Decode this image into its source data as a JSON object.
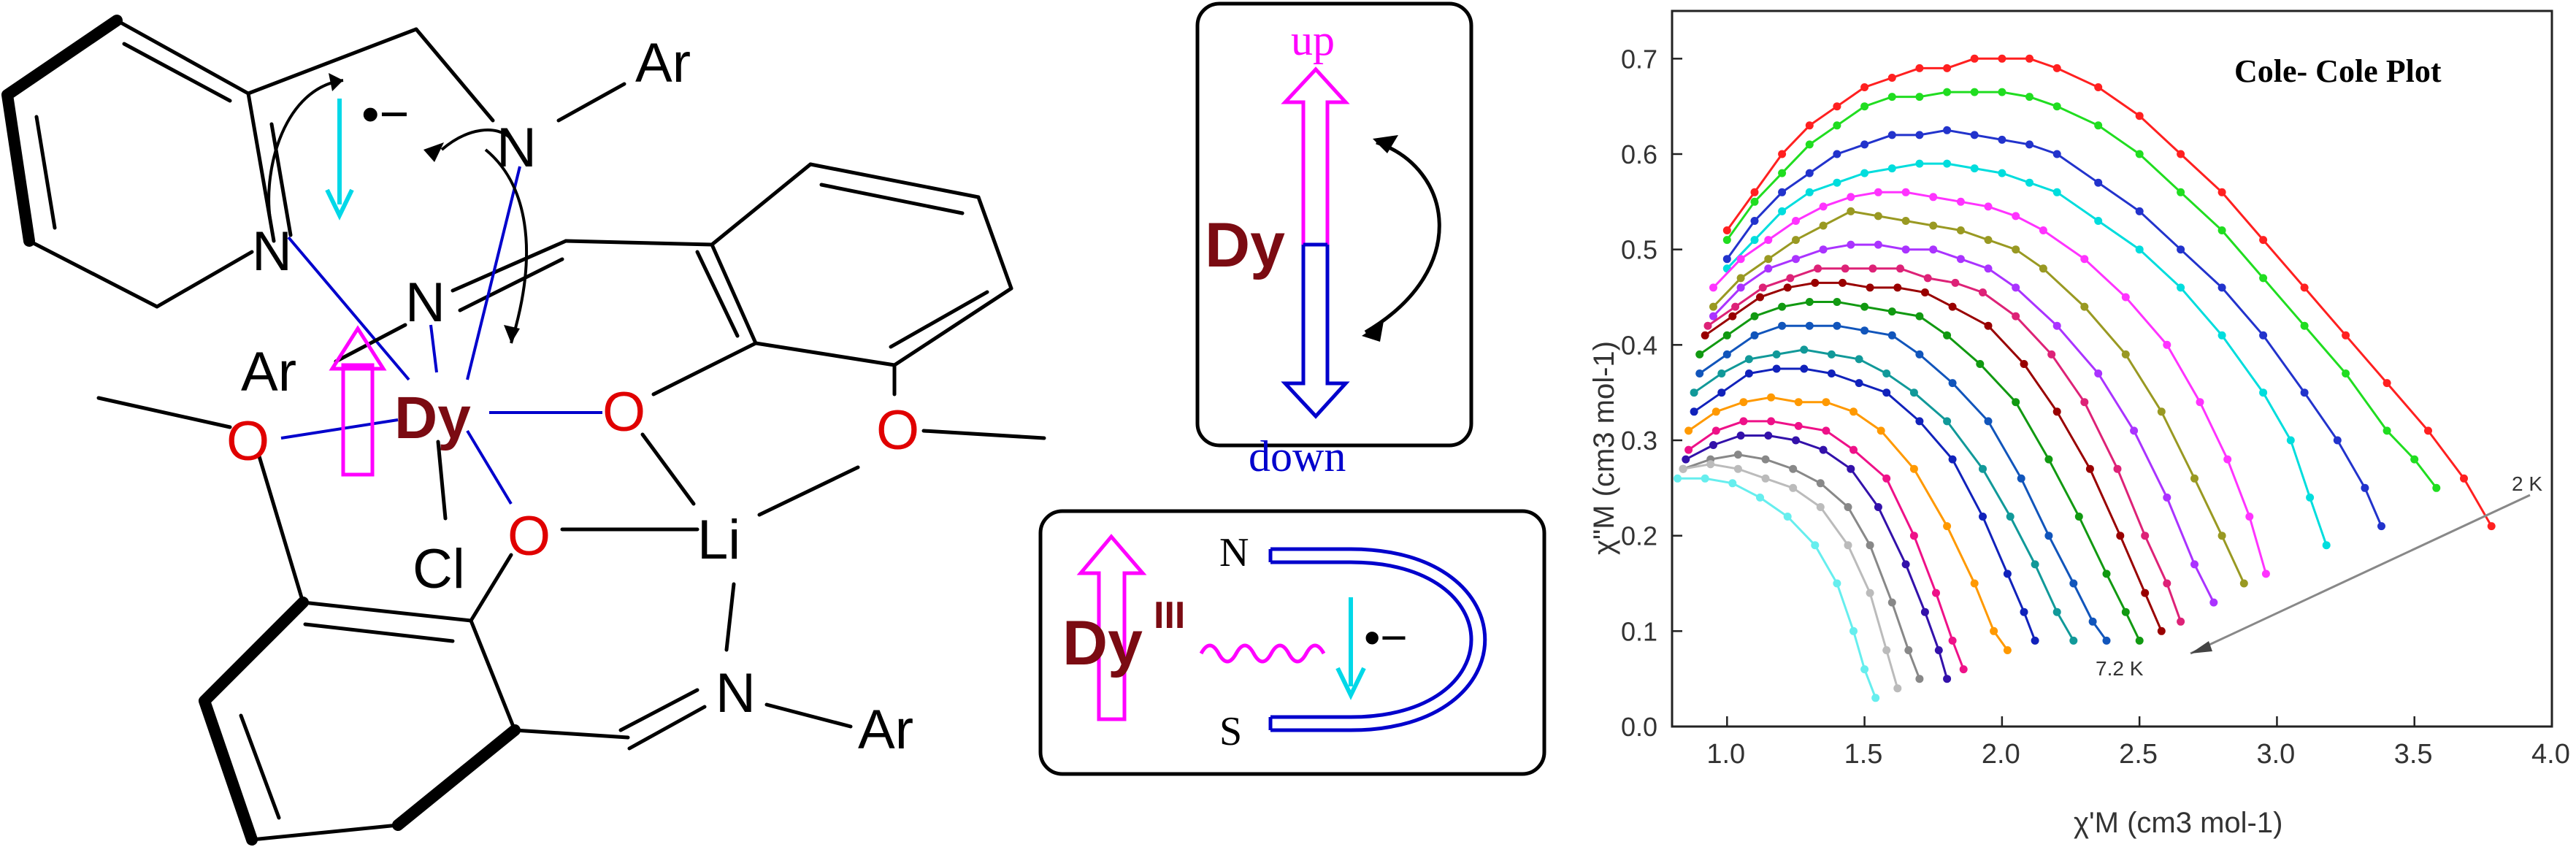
{
  "molecule": {
    "atoms": {
      "dy": "Dy",
      "li": "Li",
      "cl": "Cl",
      "n_pyridine": "N",
      "n_amine": "N",
      "n_imine_top": "N",
      "n_imine_bottom": "N",
      "o": "O",
      "ar_top": "Ar",
      "ar_left": "Ar",
      "ar_bottom": "Ar"
    },
    "radical_label": "•−",
    "colors": {
      "dy": "#7b0b12",
      "oxygen": "#e00000",
      "coordination": "#0000cc",
      "spin": "#ff00ff",
      "radical_spin": "#00d8e8"
    }
  },
  "spin_flip_box": {
    "up_label": "up",
    "down_label": "down",
    "center_label": "Dy",
    "up_color": "#ff00ff",
    "down_color": "#0000cc"
  },
  "coupling_box": {
    "dy_label": "Dy",
    "dy_superscript": "III",
    "n_label": "N",
    "s_label": "S",
    "radical_label": "•−",
    "colors": {
      "dy": "#7b0b12",
      "arrow": "#ff00ff",
      "loop": "#0000cc",
      "radical_spin": "#00d8e8"
    }
  },
  "chart_data": {
    "type": "scatter",
    "title": "Cole- Cole Plot",
    "xlabel": "χ'M (cm3 mol-1)",
    "ylabel": "χ\"M (cm3 mol-1)",
    "xlim": [
      0.8,
      4.0
    ],
    "ylim": [
      0.0,
      0.75
    ],
    "xticks": [
      "1.0",
      "1.5",
      "2.0",
      "2.5",
      "3.0",
      "3.5",
      "4.0"
    ],
    "yticks": [
      "0.0",
      "0.1",
      "0.2",
      "0.3",
      "0.4",
      "0.5",
      "0.6",
      "0.7"
    ],
    "grid": false,
    "annotations": {
      "high_t": "2 K",
      "low_t": "7.2 K"
    },
    "series": [
      {
        "color": "#ff2020",
        "x": [
          1.0,
          1.1,
          1.2,
          1.3,
          1.4,
          1.5,
          1.6,
          1.7,
          1.8,
          1.9,
          2.0,
          2.1,
          2.2,
          2.35,
          2.5,
          2.65,
          2.8,
          2.95,
          3.1,
          3.25,
          3.4,
          3.55,
          3.68,
          3.78
        ],
        "y": [
          0.52,
          0.56,
          0.6,
          0.63,
          0.65,
          0.67,
          0.68,
          0.69,
          0.69,
          0.7,
          0.7,
          0.7,
          0.69,
          0.67,
          0.64,
          0.6,
          0.56,
          0.51,
          0.46,
          0.41,
          0.36,
          0.31,
          0.26,
          0.21
        ]
      },
      {
        "color": "#20dd20",
        "x": [
          1.0,
          1.1,
          1.2,
          1.3,
          1.4,
          1.5,
          1.6,
          1.7,
          1.8,
          1.9,
          2.0,
          2.1,
          2.2,
          2.35,
          2.5,
          2.65,
          2.8,
          2.95,
          3.1,
          3.25,
          3.4,
          3.5,
          3.58
        ],
        "y": [
          0.51,
          0.55,
          0.58,
          0.61,
          0.63,
          0.65,
          0.66,
          0.66,
          0.665,
          0.665,
          0.665,
          0.66,
          0.65,
          0.63,
          0.6,
          0.56,
          0.52,
          0.47,
          0.42,
          0.37,
          0.31,
          0.28,
          0.25
        ]
      },
      {
        "color": "#2233cc",
        "x": [
          1.0,
          1.1,
          1.2,
          1.3,
          1.4,
          1.5,
          1.6,
          1.7,
          1.8,
          1.9,
          2.0,
          2.1,
          2.2,
          2.35,
          2.5,
          2.65,
          2.8,
          2.95,
          3.1,
          3.22,
          3.32,
          3.38
        ],
        "y": [
          0.49,
          0.53,
          0.56,
          0.58,
          0.6,
          0.61,
          0.62,
          0.62,
          0.625,
          0.62,
          0.615,
          0.61,
          0.6,
          0.57,
          0.54,
          0.5,
          0.46,
          0.41,
          0.35,
          0.3,
          0.25,
          0.21
        ]
      },
      {
        "color": "#00dddd",
        "x": [
          1.0,
          1.1,
          1.2,
          1.3,
          1.4,
          1.5,
          1.6,
          1.7,
          1.8,
          1.9,
          2.0,
          2.1,
          2.2,
          2.35,
          2.5,
          2.65,
          2.8,
          2.95,
          3.05,
          3.12,
          3.18
        ],
        "y": [
          0.48,
          0.51,
          0.54,
          0.56,
          0.57,
          0.58,
          0.585,
          0.59,
          0.59,
          0.585,
          0.58,
          0.57,
          0.56,
          0.53,
          0.5,
          0.46,
          0.41,
          0.35,
          0.3,
          0.24,
          0.19
        ]
      },
      {
        "color": "#ff33ff",
        "x": [
          0.95,
          1.05,
          1.15,
          1.25,
          1.35,
          1.45,
          1.55,
          1.65,
          1.75,
          1.85,
          1.95,
          2.05,
          2.15,
          2.3,
          2.45,
          2.6,
          2.72,
          2.82,
          2.9,
          2.96
        ],
        "y": [
          0.46,
          0.49,
          0.51,
          0.53,
          0.545,
          0.555,
          0.56,
          0.56,
          0.555,
          0.55,
          0.545,
          0.535,
          0.52,
          0.49,
          0.45,
          0.4,
          0.34,
          0.28,
          0.22,
          0.16
        ]
      },
      {
        "color": "#999922",
        "x": [
          0.95,
          1.05,
          1.15,
          1.25,
          1.35,
          1.45,
          1.55,
          1.65,
          1.75,
          1.85,
          1.95,
          2.05,
          2.15,
          2.3,
          2.45,
          2.58,
          2.7,
          2.8,
          2.88
        ],
        "y": [
          0.44,
          0.47,
          0.49,
          0.51,
          0.525,
          0.54,
          0.535,
          0.53,
          0.525,
          0.52,
          0.51,
          0.5,
          0.48,
          0.44,
          0.39,
          0.33,
          0.26,
          0.2,
          0.15
        ]
      },
      {
        "color": "#aa33ff",
        "x": [
          0.95,
          1.05,
          1.15,
          1.25,
          1.35,
          1.45,
          1.55,
          1.65,
          1.75,
          1.85,
          1.95,
          2.05,
          2.2,
          2.35,
          2.48,
          2.6,
          2.7,
          2.77
        ],
        "y": [
          0.43,
          0.46,
          0.48,
          0.49,
          0.5,
          0.505,
          0.505,
          0.5,
          0.5,
          0.49,
          0.48,
          0.46,
          0.42,
          0.37,
          0.31,
          0.24,
          0.17,
          0.13
        ]
      },
      {
        "color": "#dd2277",
        "x": [
          0.93,
          1.03,
          1.13,
          1.23,
          1.33,
          1.43,
          1.53,
          1.63,
          1.73,
          1.83,
          1.93,
          2.05,
          2.18,
          2.3,
          2.42,
          2.52,
          2.6,
          2.65
        ],
        "y": [
          0.42,
          0.44,
          0.46,
          0.47,
          0.48,
          0.48,
          0.48,
          0.48,
          0.47,
          0.465,
          0.455,
          0.43,
          0.39,
          0.34,
          0.27,
          0.2,
          0.15,
          0.11
        ]
      },
      {
        "color": "#990000",
        "x": [
          0.92,
          1.02,
          1.12,
          1.22,
          1.32,
          1.42,
          1.52,
          1.62,
          1.72,
          1.82,
          1.95,
          2.08,
          2.2,
          2.32,
          2.43,
          2.52,
          2.58
        ],
        "y": [
          0.41,
          0.43,
          0.45,
          0.46,
          0.465,
          0.465,
          0.46,
          0.46,
          0.455,
          0.44,
          0.42,
          0.38,
          0.33,
          0.27,
          0.2,
          0.14,
          0.1
        ]
      },
      {
        "color": "#119911",
        "x": [
          0.9,
          1.0,
          1.1,
          1.2,
          1.3,
          1.4,
          1.5,
          1.6,
          1.7,
          1.8,
          1.92,
          2.05,
          2.17,
          2.28,
          2.38,
          2.45,
          2.5
        ],
        "y": [
          0.39,
          0.41,
          0.43,
          0.44,
          0.445,
          0.445,
          0.44,
          0.435,
          0.43,
          0.41,
          0.38,
          0.34,
          0.28,
          0.22,
          0.16,
          0.12,
          0.09
        ]
      },
      {
        "color": "#1155bb",
        "x": [
          0.9,
          1.0,
          1.1,
          1.2,
          1.3,
          1.4,
          1.5,
          1.6,
          1.7,
          1.82,
          1.95,
          2.07,
          2.17,
          2.26,
          2.33,
          2.38
        ],
        "y": [
          0.37,
          0.39,
          0.41,
          0.42,
          0.42,
          0.42,
          0.415,
          0.41,
          0.39,
          0.36,
          0.32,
          0.26,
          0.2,
          0.15,
          0.11,
          0.09
        ]
      },
      {
        "color": "#119999",
        "x": [
          0.88,
          0.98,
          1.08,
          1.18,
          1.28,
          1.38,
          1.48,
          1.58,
          1.68,
          1.8,
          1.93,
          2.03,
          2.12,
          2.2,
          2.26
        ],
        "y": [
          0.35,
          0.37,
          0.385,
          0.39,
          0.395,
          0.39,
          0.385,
          0.37,
          0.35,
          0.32,
          0.27,
          0.22,
          0.17,
          0.12,
          0.09
        ]
      },
      {
        "color": "#1122bb",
        "x": [
          0.88,
          0.98,
          1.08,
          1.18,
          1.28,
          1.38,
          1.48,
          1.58,
          1.7,
          1.82,
          1.93,
          2.02,
          2.08,
          2.12
        ],
        "y": [
          0.33,
          0.35,
          0.37,
          0.375,
          0.375,
          0.37,
          0.36,
          0.35,
          0.32,
          0.28,
          0.22,
          0.16,
          0.12,
          0.09
        ]
      },
      {
        "color": "#ff9900",
        "x": [
          0.86,
          0.96,
          1.06,
          1.16,
          1.26,
          1.36,
          1.46,
          1.56,
          1.68,
          1.8,
          1.9,
          1.97,
          2.02
        ],
        "y": [
          0.31,
          0.33,
          0.34,
          0.345,
          0.34,
          0.34,
          0.33,
          0.31,
          0.27,
          0.21,
          0.15,
          0.1,
          0.08
        ]
      },
      {
        "color": "#ee1188",
        "x": [
          0.86,
          0.96,
          1.06,
          1.16,
          1.26,
          1.36,
          1.46,
          1.58,
          1.68,
          1.76,
          1.82,
          1.86
        ],
        "y": [
          0.29,
          0.31,
          0.32,
          0.32,
          0.315,
          0.31,
          0.29,
          0.26,
          0.2,
          0.14,
          0.09,
          0.06
        ]
      },
      {
        "color": "#3311aa",
        "x": [
          0.85,
          0.95,
          1.05,
          1.15,
          1.25,
          1.35,
          1.45,
          1.55,
          1.65,
          1.72,
          1.77,
          1.8
        ],
        "y": [
          0.28,
          0.295,
          0.305,
          0.305,
          0.3,
          0.29,
          0.27,
          0.23,
          0.17,
          0.12,
          0.08,
          0.05
        ]
      },
      {
        "color": "#888888",
        "x": [
          0.84,
          0.94,
          1.04,
          1.14,
          1.24,
          1.34,
          1.44,
          1.52,
          1.6,
          1.66,
          1.7
        ],
        "y": [
          0.27,
          0.28,
          0.285,
          0.28,
          0.27,
          0.255,
          0.23,
          0.19,
          0.13,
          0.08,
          0.05
        ]
      },
      {
        "color": "#bbbbbb",
        "x": [
          0.84,
          0.94,
          1.04,
          1.14,
          1.24,
          1.34,
          1.44,
          1.52,
          1.58,
          1.62
        ],
        "y": [
          0.27,
          0.275,
          0.27,
          0.26,
          0.25,
          0.23,
          0.19,
          0.14,
          0.08,
          0.04
        ]
      },
      {
        "color": "#66eeee",
        "x": [
          0.82,
          0.92,
          1.02,
          1.12,
          1.22,
          1.32,
          1.4,
          1.46,
          1.5,
          1.54
        ],
        "y": [
          0.26,
          0.26,
          0.255,
          0.24,
          0.22,
          0.19,
          0.15,
          0.1,
          0.06,
          0.03
        ]
      }
    ]
  }
}
